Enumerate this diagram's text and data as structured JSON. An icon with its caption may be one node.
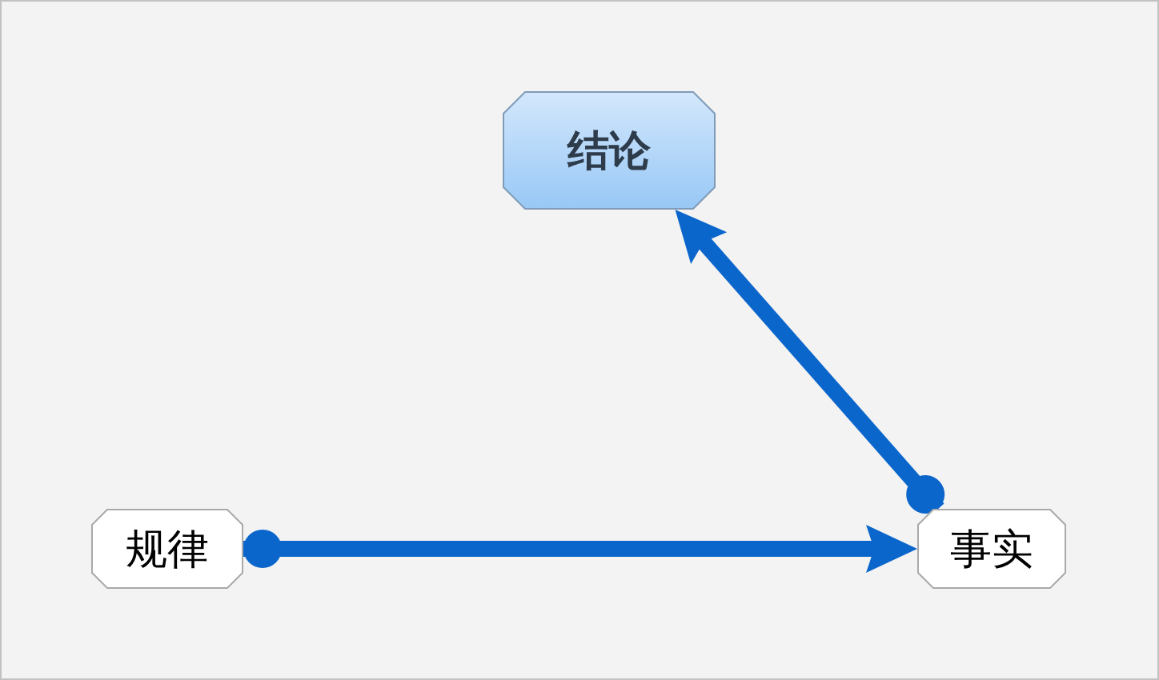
{
  "diagram": {
    "nodes": [
      {
        "text": [
          "结论"
        ]
      },
      {
        "text": [
          "规律"
        ]
      },
      {
        "text": [
          "事实"
        ]
      }
    ],
    "edges": [
      {
        "from": 1,
        "to": 2,
        "arrow": "to"
      },
      {
        "from": 2,
        "to": 0,
        "arrow": "to"
      }
    ]
  }
}
